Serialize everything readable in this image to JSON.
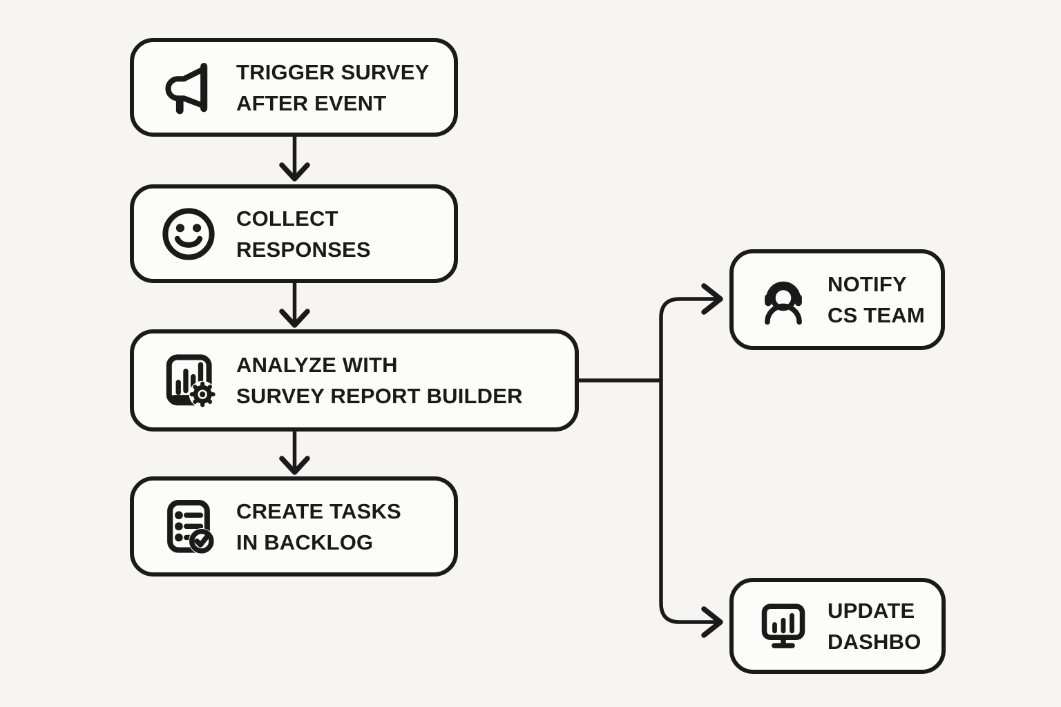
{
  "diagram": {
    "type": "flowchart",
    "background_color": "#f6f5f3",
    "stroke_color": "#1a1a1a",
    "node_fill_color": "#fcfcfa"
  },
  "nodes": [
    {
      "id": "trigger",
      "icon": "megaphone-icon",
      "line1": "TRIGGER SURVEY",
      "line2": "AFTER EVENT"
    },
    {
      "id": "collect",
      "icon": "smiley-icon",
      "line1": "COLLECT",
      "line2": "RESPONSES"
    },
    {
      "id": "analyze",
      "icon": "report-gear-icon",
      "line1": "ANALYZE WITH",
      "line2": "SURVEY REPORT BUILDER"
    },
    {
      "id": "tasks",
      "icon": "checklist-icon",
      "line1": "CREATE TASKS",
      "line2": "IN BACKLOG"
    },
    {
      "id": "notify",
      "icon": "headset-icon",
      "line1": "NOTIFY",
      "line2": "CS TEAM"
    },
    {
      "id": "dashbo",
      "icon": "monitor-chart-icon",
      "line1": "UPDATE",
      "line2": "DASHBO"
    }
  ],
  "edges": [
    {
      "from": "trigger",
      "to": "collect"
    },
    {
      "from": "collect",
      "to": "analyze"
    },
    {
      "from": "analyze",
      "to": "tasks"
    },
    {
      "from": "analyze",
      "to": "notify"
    },
    {
      "from": "analyze",
      "to": "dashbo"
    }
  ]
}
